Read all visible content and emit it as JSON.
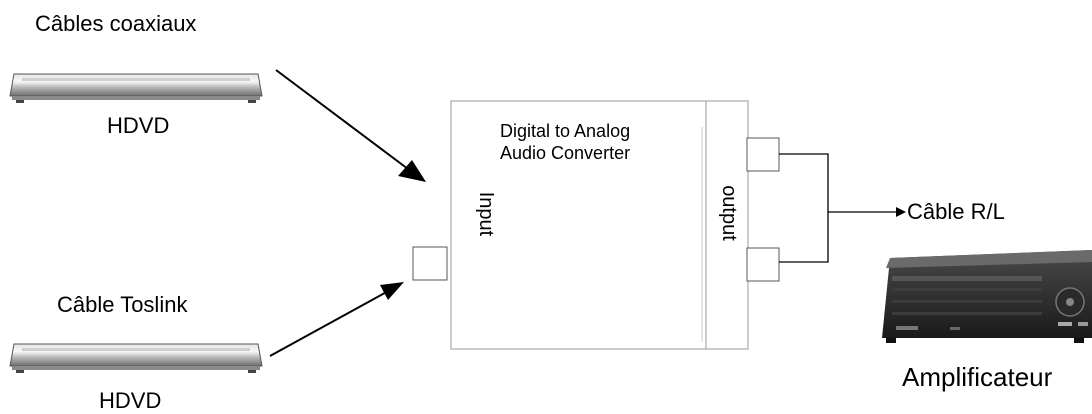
{
  "sources": {
    "top": {
      "cable_label": "Câbles coaxiaux",
      "device_label": "HDVD"
    },
    "bottom": {
      "cable_label": "Câble Toslink",
      "device_label": "HDVD"
    }
  },
  "converter": {
    "title_line1": "Digital  to Analog",
    "title_line2": "Audio Converter",
    "input_label": "Input",
    "output_label": "output"
  },
  "output_cable_label": "Câble R/L",
  "amplifier_label": "Amplificateur",
  "icons": [
    "hdvd-player-icon",
    "amplifier-icon",
    "arrow-icon"
  ]
}
